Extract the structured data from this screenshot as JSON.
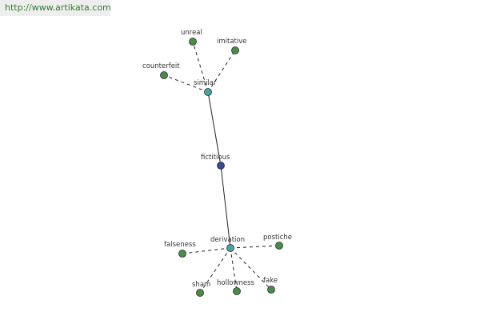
{
  "site": {
    "url_text": "http://www.artikata.com",
    "link_color": "#2f7d2f"
  },
  "colors": {
    "root_fill": "#3b4a9a",
    "hub_fill": "#4aa3a3",
    "leaf_fill": "#4a8a4a",
    "node_stroke": "#2a2a2a",
    "edge_color": "#222222"
  },
  "graph": {
    "nodes": [
      {
        "id": "fictitious",
        "label": "fictitious",
        "kind": "root"
      },
      {
        "id": "similar",
        "label": "similar",
        "kind": "hub"
      },
      {
        "id": "derivation",
        "label": "derivation",
        "kind": "hub"
      },
      {
        "id": "unreal",
        "label": "unreal",
        "kind": "leaf"
      },
      {
        "id": "imitative",
        "label": "imitative",
        "kind": "leaf"
      },
      {
        "id": "counterfeit",
        "label": "counterfeit",
        "kind": "leaf"
      },
      {
        "id": "falseness",
        "label": "falseness",
        "kind": "leaf"
      },
      {
        "id": "postiche",
        "label": "postiche",
        "kind": "leaf"
      },
      {
        "id": "sham",
        "label": "sham",
        "kind": "leaf"
      },
      {
        "id": "hollowness",
        "label": "hollowness",
        "kind": "leaf"
      },
      {
        "id": "fake",
        "label": "fake",
        "kind": "leaf"
      }
    ],
    "edges": [
      {
        "from": "fictitious",
        "to": "similar",
        "style": "solid"
      },
      {
        "from": "fictitious",
        "to": "derivation",
        "style": "solid"
      },
      {
        "from": "similar",
        "to": "unreal",
        "style": "dashed"
      },
      {
        "from": "similar",
        "to": "imitative",
        "style": "dashed"
      },
      {
        "from": "similar",
        "to": "counterfeit",
        "style": "dashed"
      },
      {
        "from": "derivation",
        "to": "falseness",
        "style": "dashed"
      },
      {
        "from": "derivation",
        "to": "postiche",
        "style": "dashed"
      },
      {
        "from": "derivation",
        "to": "sham",
        "style": "dashed"
      },
      {
        "from": "derivation",
        "to": "hollowness",
        "style": "dashed"
      },
      {
        "from": "derivation",
        "to": "fake",
        "style": "dashed"
      }
    ]
  }
}
